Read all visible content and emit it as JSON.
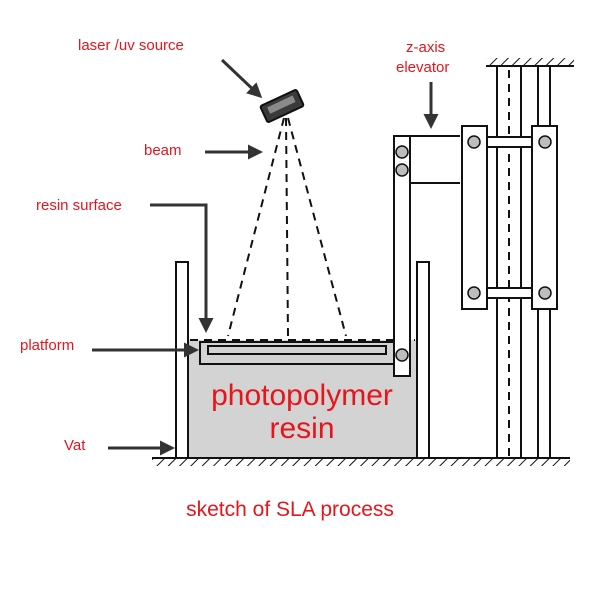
{
  "labels": {
    "laser": "laser /uv source",
    "z_axis_line1": "z-axis",
    "z_axis_line2": "elevator",
    "beam": "beam",
    "resin_surface": "resin surface",
    "platform": "platform",
    "resin_line1": "photopolymer",
    "resin_line2": "resin",
    "vat": "Vat"
  },
  "caption": "sketch of SLA process",
  "colors": {
    "label": "#e8141b",
    "resin_fill": "#d3d3d3",
    "ink": "#111111"
  },
  "icons": {
    "laser": "laser-head-icon"
  }
}
